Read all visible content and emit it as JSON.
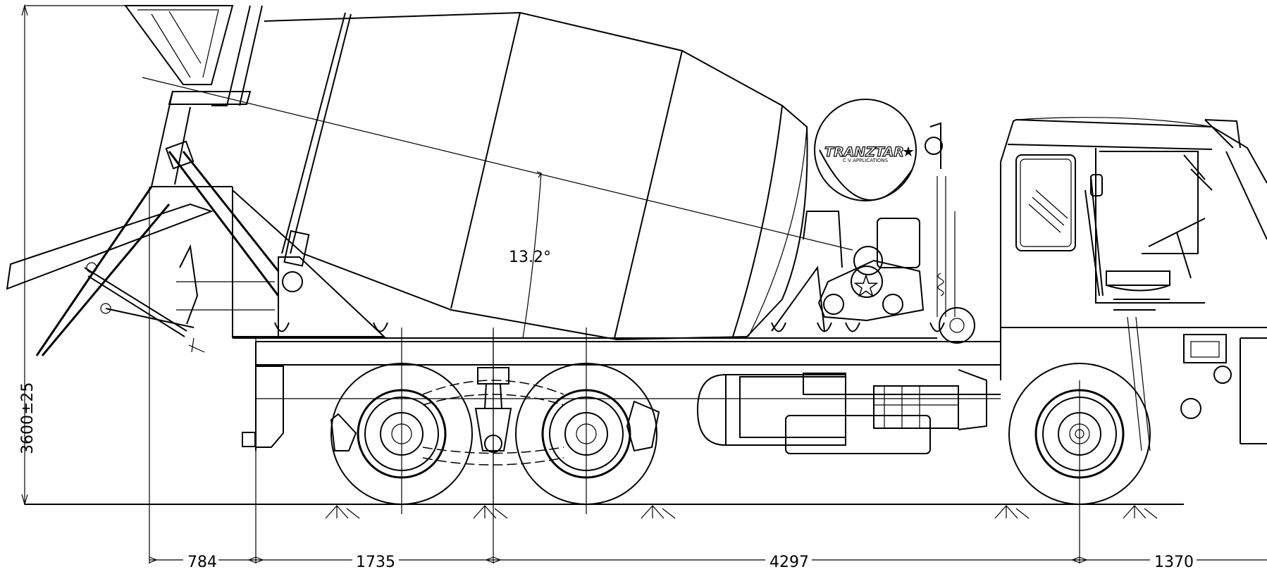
{
  "drawing": {
    "logo_text": "TRANZTAR",
    "logo_subtitle": "C V APPLICATIONS",
    "drum_angle": "13.2°",
    "overall_height": "3600±25",
    "dimensions": [
      "784",
      "1735",
      "4297",
      "1370"
    ],
    "colors": {
      "line": "#000000",
      "background": "#ffffff"
    },
    "icons": [
      "star-icon"
    ]
  }
}
